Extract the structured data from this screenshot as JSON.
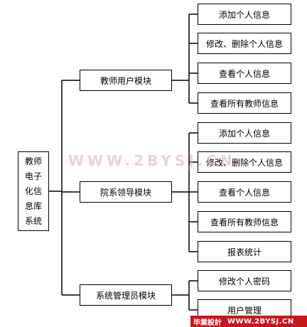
{
  "root": {
    "lines": [
      "教师",
      "电子",
      "化信",
      "息库",
      "系统"
    ]
  },
  "modules": [
    {
      "label": "教师用户模块",
      "children": [
        "添加个人信息",
        "修改、删除个人信息",
        "查看个人信息",
        "查看所有教师信息"
      ]
    },
    {
      "label": "院系领导模块",
      "children": [
        "添加个人信息",
        "修改、删除个人信息",
        "查看个人信息",
        "查看所有教师信息",
        "报表统计"
      ]
    },
    {
      "label": "系统管理员模块",
      "children": [
        "修改个人密码",
        "用户管理"
      ]
    }
  ],
  "watermark": "WWW.2BYSJ.CN",
  "footer": {
    "brand": "毕業設計",
    "site": "WWW.2BYSJ.CN"
  },
  "colors": {
    "line": "#000000",
    "box_border": "#000000",
    "footer_bg": "#c8161d"
  }
}
